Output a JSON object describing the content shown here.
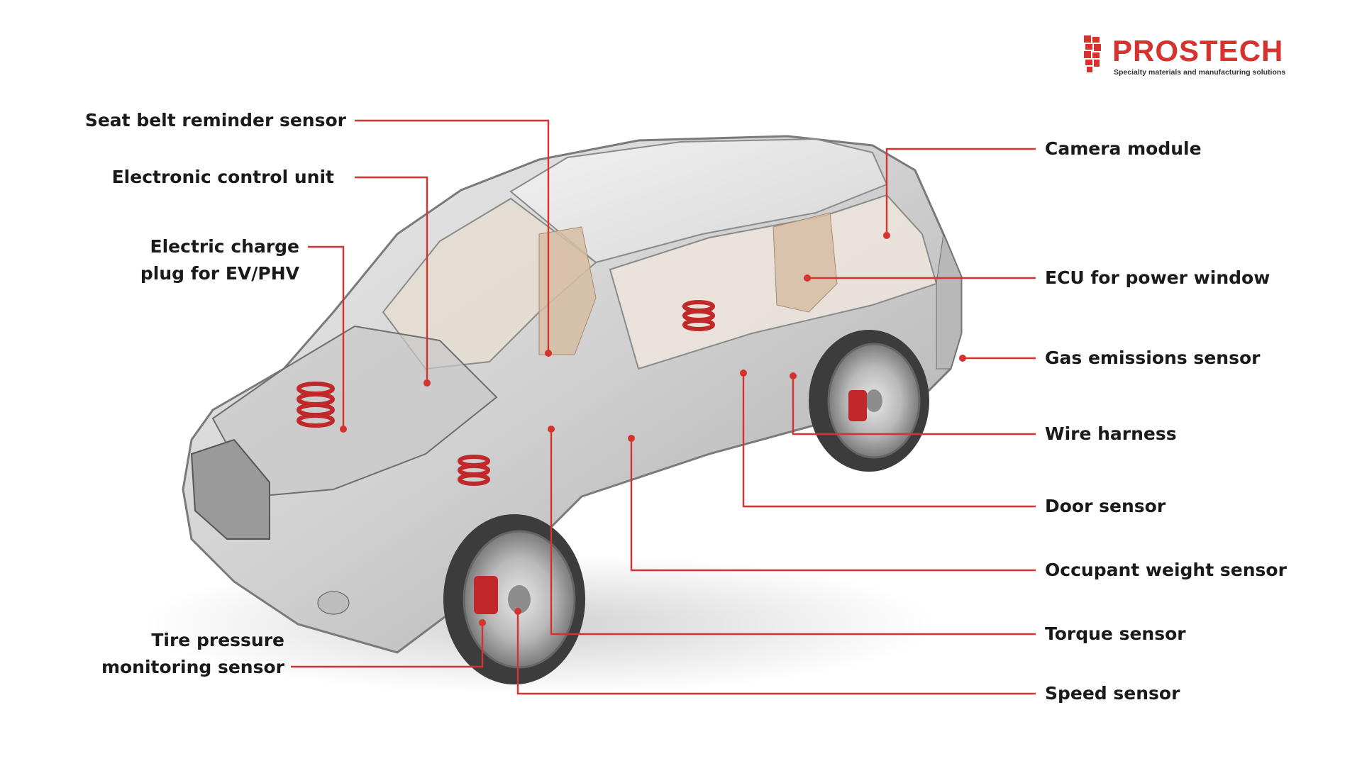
{
  "brand": {
    "name": "PROSTECH",
    "tagline": "Specialty materials and manufacturing solutions",
    "color": "#d6322e"
  },
  "accent_color": "#d6322e",
  "labels": {
    "seat_belt": "Seat belt reminder sensor",
    "ecu": "Electronic control unit",
    "charge_plug_line1": "Electric charge",
    "charge_plug_line2": "plug for EV/PHV",
    "tire_pressure_line1": "Tire pressure",
    "tire_pressure_line2": "monitoring sensor",
    "camera": "Camera module",
    "ecu_window": "ECU for power window",
    "gas": "Gas emissions sensor",
    "wire": "Wire harness",
    "door": "Door sensor",
    "occupant": "Occupant weight sensor",
    "torque": "Torque sensor",
    "speed": "Speed sensor"
  }
}
